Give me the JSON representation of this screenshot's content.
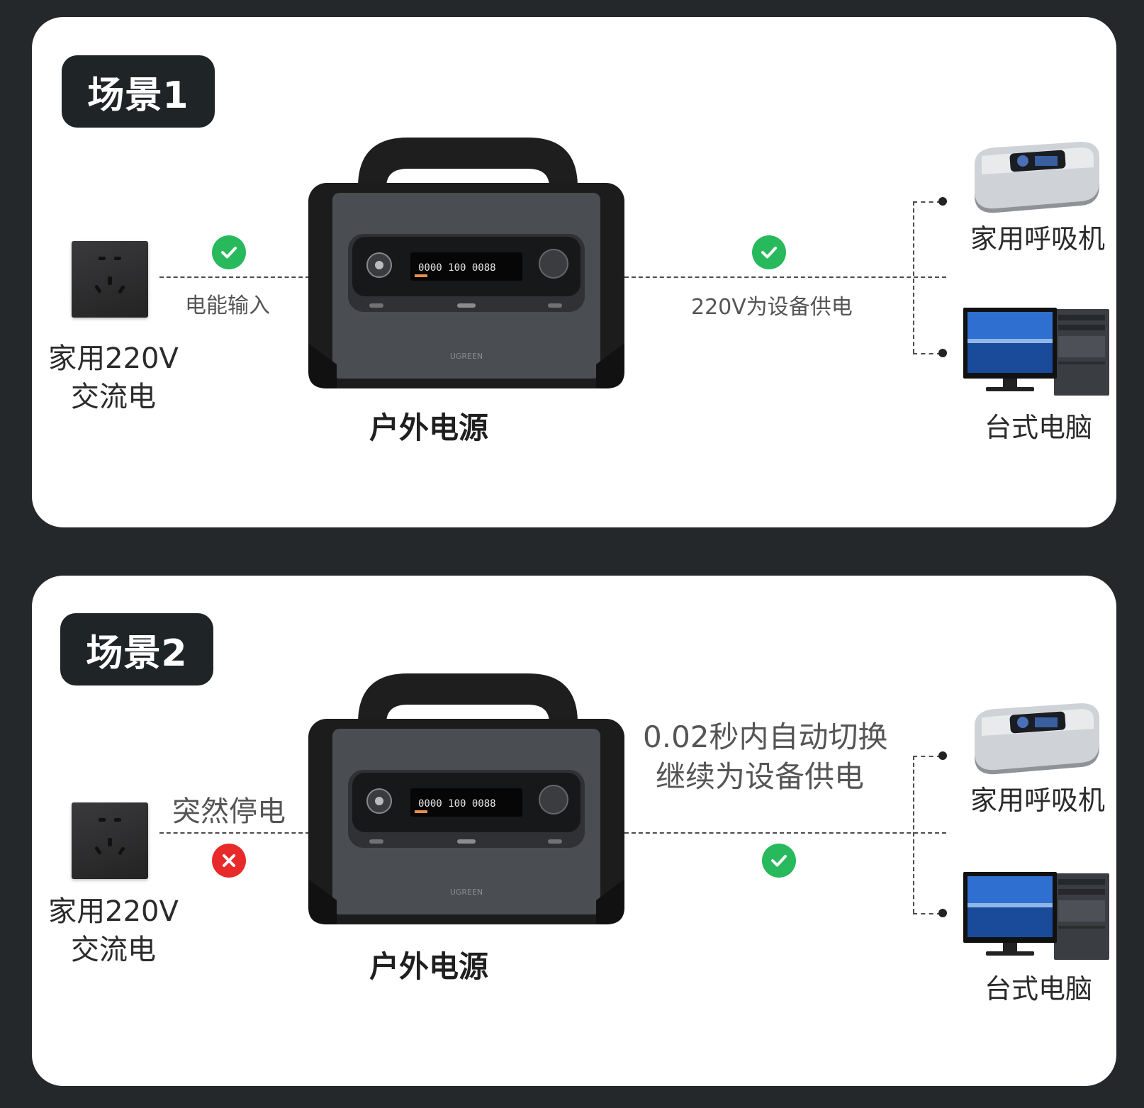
{
  "scenes": [
    {
      "title": "场景1",
      "source": {
        "line1": "家用220V",
        "line2": "交流电",
        "icon": "power-socket-icon"
      },
      "input": {
        "label": "电能输入",
        "status": "ok",
        "status_icon": "check-circle-icon"
      },
      "device": {
        "name": "户外电源",
        "brand": "UGREEN"
      },
      "output": {
        "label": "220V为设备供电",
        "status": "ok",
        "status_icon": "check-circle-icon"
      },
      "targets": [
        {
          "name": "家用呼吸机",
          "icon": "cpap-machine-icon"
        },
        {
          "name": "台式电脑",
          "icon": "desktop-computer-icon"
        }
      ]
    },
    {
      "title": "场景2",
      "source": {
        "line1": "家用220V",
        "line2": "交流电",
        "icon": "power-socket-icon"
      },
      "input": {
        "label": "突然停电",
        "status": "fail",
        "status_icon": "cross-circle-icon"
      },
      "device": {
        "name": "户外电源",
        "brand": "UGREEN"
      },
      "output": {
        "line1": "0.02秒内自动切换",
        "line2": "继续为设备供电",
        "status": "ok",
        "status_icon": "check-circle-icon"
      },
      "targets": [
        {
          "name": "家用呼吸机",
          "icon": "cpap-machine-icon"
        },
        {
          "name": "台式电脑",
          "icon": "desktop-computer-icon"
        }
      ]
    }
  ],
  "colors": {
    "background": "#25282b",
    "panel": "#ffffff",
    "ok": "#27b95b",
    "fail": "#e82a2a",
    "badge": "#1f2427"
  }
}
